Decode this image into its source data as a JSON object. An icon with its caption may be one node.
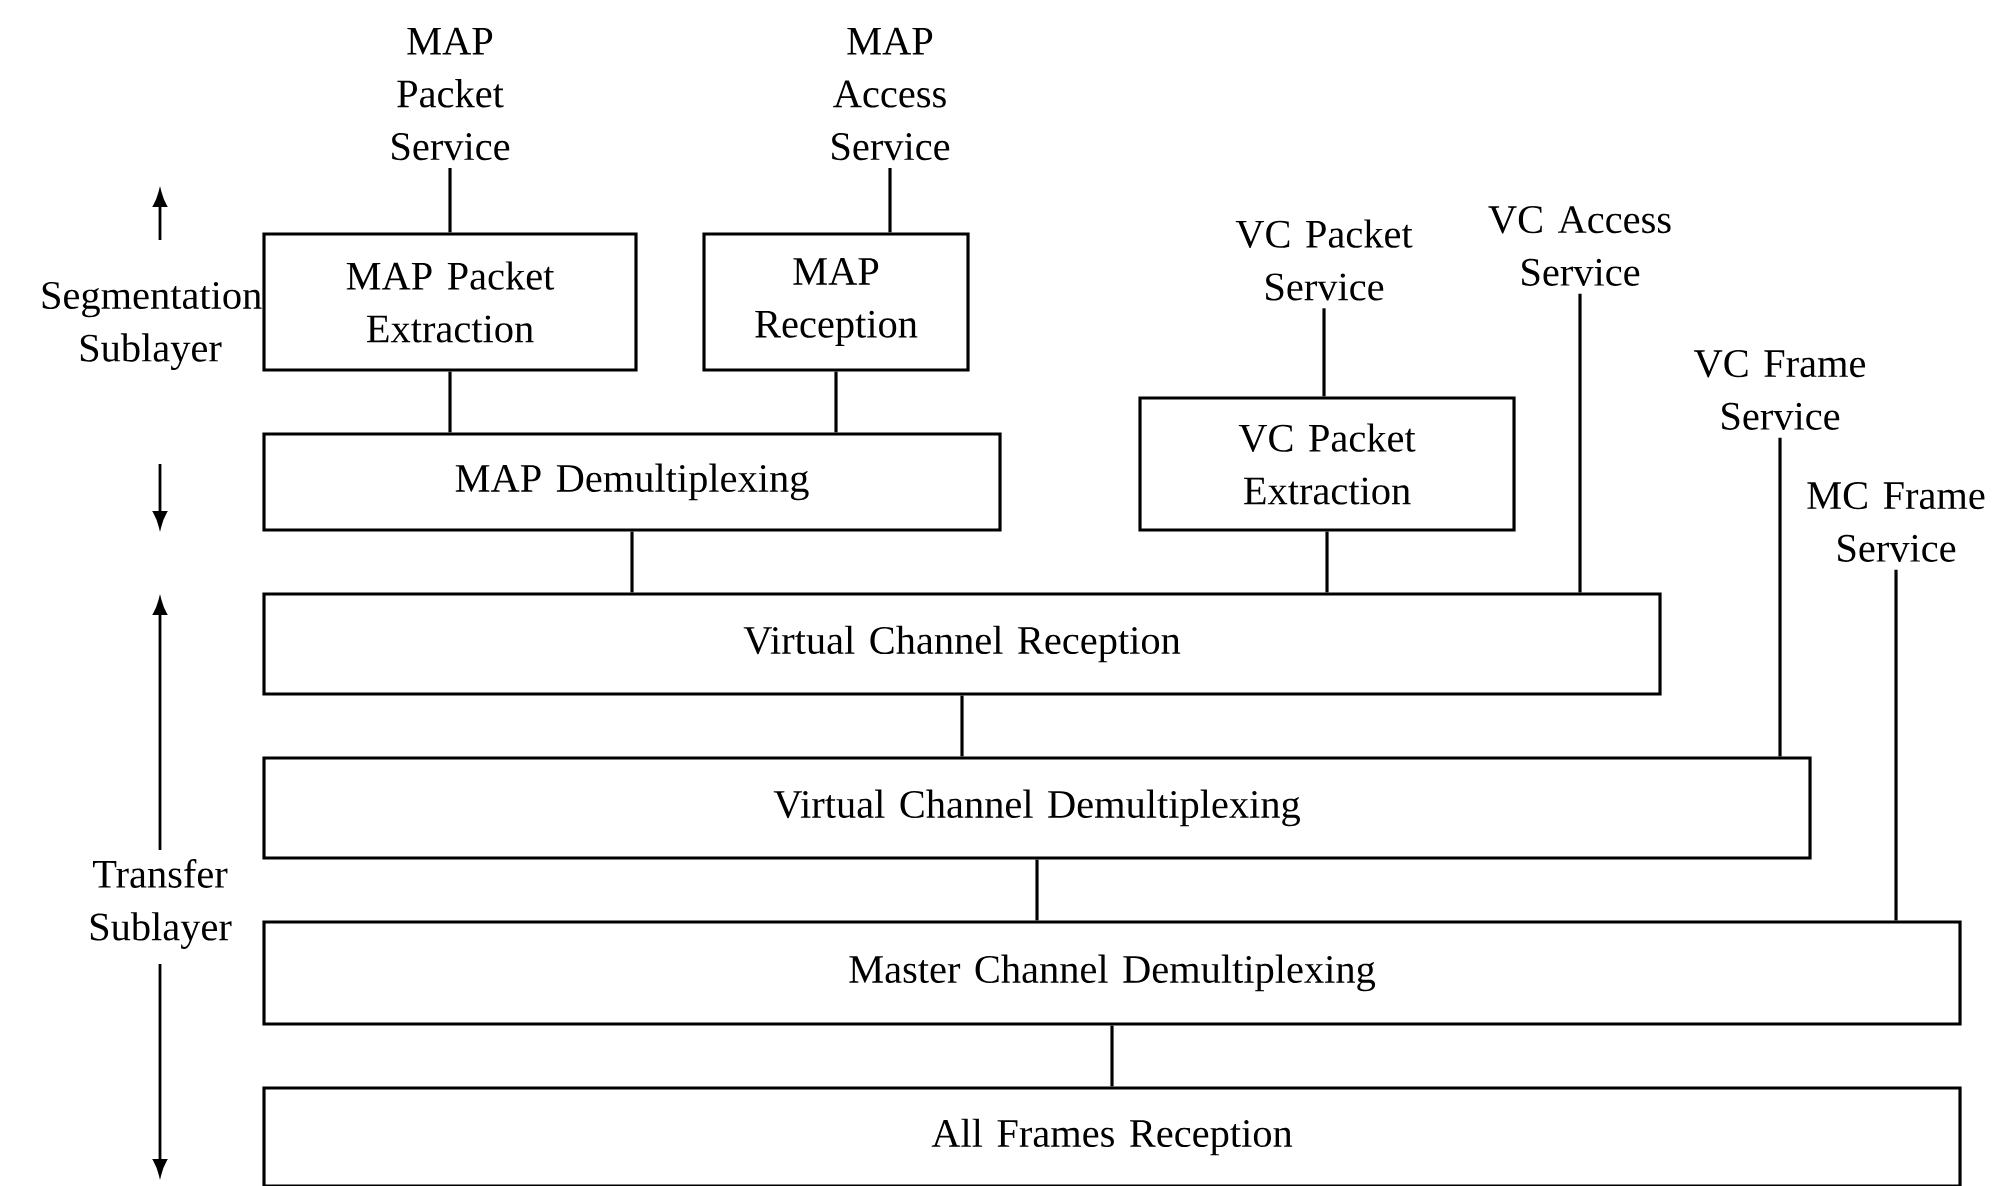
{
  "diagram": {
    "nodes": [
      {
        "text": [
          "MAP Packet Service"
        ]
      },
      {
        "text": [
          "MAP Access Service"
        ]
      },
      {
        "text": [
          "MAP Packet Extraction"
        ]
      },
      {
        "text": [
          "MAP Reception"
        ]
      },
      {
        "text": [
          "MAP Demultiplexing"
        ]
      },
      {
        "text": [
          "VC Packet Service"
        ]
      },
      {
        "text": [
          "VC Access Service"
        ]
      },
      {
        "text": [
          "VC Packet Extraction"
        ]
      },
      {
        "text": [
          "VC Frame Service"
        ]
      },
      {
        "text": [
          "MC Frame Service"
        ]
      },
      {
        "text": [
          "Virtual Channel Reception"
        ]
      },
      {
        "text": [
          "Virtual Channel Demultiplexing"
        ]
      },
      {
        "text": [
          "Master Channel Demultiplexing"
        ]
      },
      {
        "text": [
          "All Frames Reception"
        ]
      }
    ],
    "edges": [
      {
        "from": 0,
        "to": 2,
        "arrow": "none"
      },
      {
        "from": 1,
        "to": 3,
        "arrow": "none"
      },
      {
        "from": 2,
        "to": 4,
        "arrow": "none"
      },
      {
        "from": 3,
        "to": 4,
        "arrow": "none"
      },
      {
        "from": 5,
        "to": 7,
        "arrow": "none"
      },
      {
        "from": 4,
        "to": 10,
        "arrow": "none"
      },
      {
        "from": 7,
        "to": 10,
        "arrow": "none"
      },
      {
        "from": 6,
        "to": 10,
        "arrow": "none"
      },
      {
        "from": 10,
        "to": 11,
        "arrow": "none"
      },
      {
        "from": 8,
        "to": 11,
        "arrow": "none"
      },
      {
        "from": 11,
        "to": 12,
        "arrow": "none"
      },
      {
        "from": 9,
        "to": 12,
        "arrow": "none"
      },
      {
        "from": 12,
        "to": 13,
        "arrow": "none"
      }
    ],
    "labels": [
      "Segmentation Sublayer",
      "Transfer Sublayer"
    ]
  }
}
